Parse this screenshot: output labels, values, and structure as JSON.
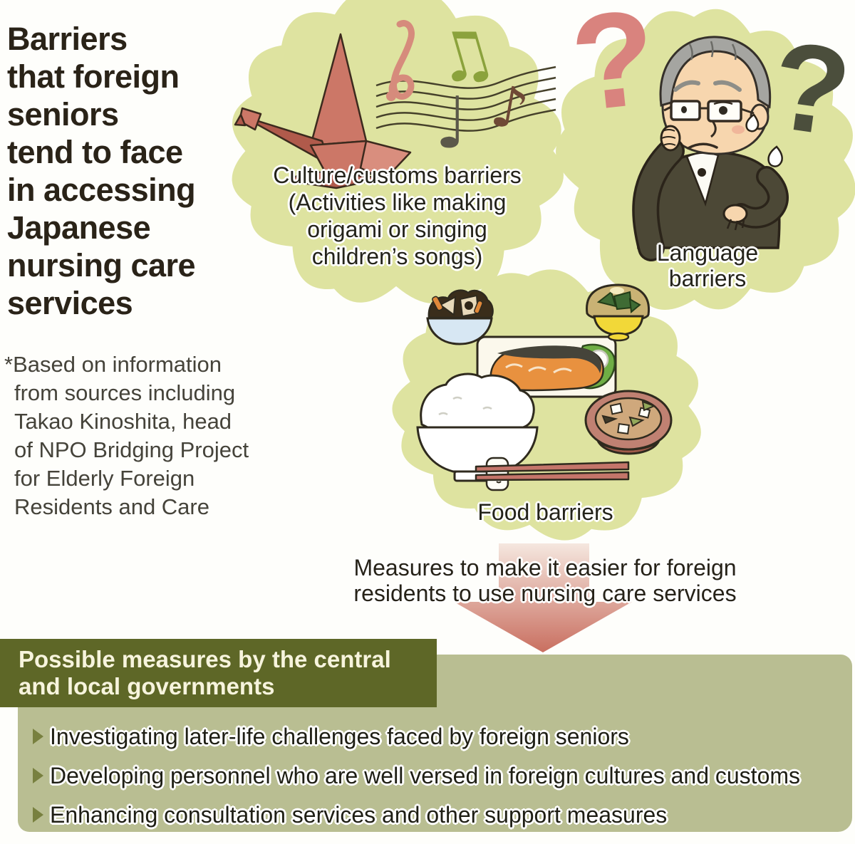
{
  "title": {
    "lines": [
      "Barriers",
      "that foreign",
      "seniors",
      "tend to face",
      "in accessing",
      "Japanese",
      "nursing care",
      "services"
    ]
  },
  "source_note": {
    "lines": [
      "*Based on information",
      "from sources including",
      "Takao Kinoshita, head",
      "of NPO Bridging Project",
      "for Elderly Foreign",
      "Residents and Care"
    ]
  },
  "bubbles": {
    "culture": {
      "label_lines": [
        "Culture/customs barriers",
        "(Activities like making",
        "origami or singing",
        "children’s songs)"
      ]
    },
    "language": {
      "label_lines": [
        "Language",
        "barriers"
      ]
    },
    "food": {
      "label": "Food barriers"
    }
  },
  "icons": {
    "question_mark": "?",
    "beamed_note": "♫",
    "quarter_note": "♩",
    "eighth_note": "♪",
    "names": [
      "origami-crane-icon",
      "treble-clef-icon",
      "music-staff-icon",
      "music-note-icon",
      "question-mark-icon",
      "elderly-man-illustration",
      "japanese-meal-illustration",
      "down-arrow-icon",
      "chevron-bullet-icon"
    ]
  },
  "flow": {
    "caption_lines": [
      "Measures to make it easier for foreign",
      "residents to use nursing care services"
    ]
  },
  "measures_panel": {
    "header_lines": [
      "Possible measures by the central",
      "and local governments"
    ],
    "bullets": [
      "Investigating later-life challenges faced by foreign seniors",
      "Developing personnel who are well versed in foreign cultures and customs",
      "Enhancing consultation services and other support measures"
    ]
  },
  "palette": {
    "bubble_green": "#dee3a0",
    "header_olive": "#5e6727",
    "panel_sage": "#b9be92",
    "arrow_top": "#f5e7df",
    "arrow_bottom": "#c96f60",
    "bullet_olive": "#78803f",
    "question_pink": "#d9837e",
    "question_dark": "#4b4e3c",
    "crane_red": "#cc7767",
    "text_dark": "#262218",
    "header_text": "#f7f4dd"
  }
}
